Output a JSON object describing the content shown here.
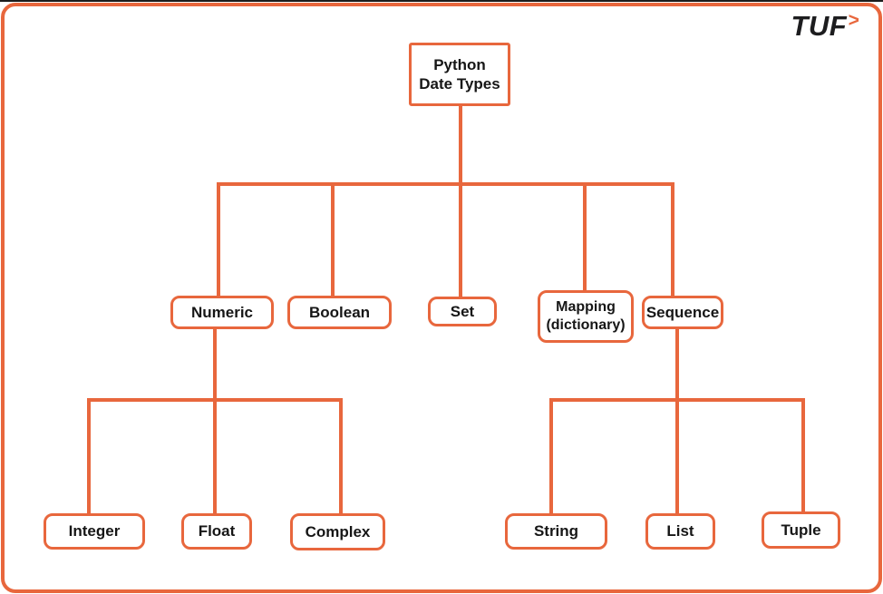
{
  "page": {
    "logo": {
      "text": "TUF",
      "chevron": ">"
    }
  },
  "colors": {
    "accent": "#E8673D",
    "node_text": "#161616",
    "logo_text": "#1D1D1F",
    "background": "#FFFFFF",
    "top_edge": "#1C1C1C"
  },
  "tree": {
    "root": {
      "label_lines": [
        "Python",
        "Date Types"
      ],
      "children": [
        {
          "label": "Numeric",
          "children": [
            {
              "label": "Integer"
            },
            {
              "label": "Float"
            },
            {
              "label": "Complex"
            }
          ]
        },
        {
          "label": "Boolean",
          "children": []
        },
        {
          "label": "Set",
          "children": []
        },
        {
          "label_lines": [
            "Mapping",
            "(dictionary)"
          ],
          "children": []
        },
        {
          "label": "Sequence",
          "children": [
            {
              "label": "String"
            },
            {
              "label": "List"
            },
            {
              "label": "Tuple"
            }
          ]
        }
      ]
    }
  }
}
